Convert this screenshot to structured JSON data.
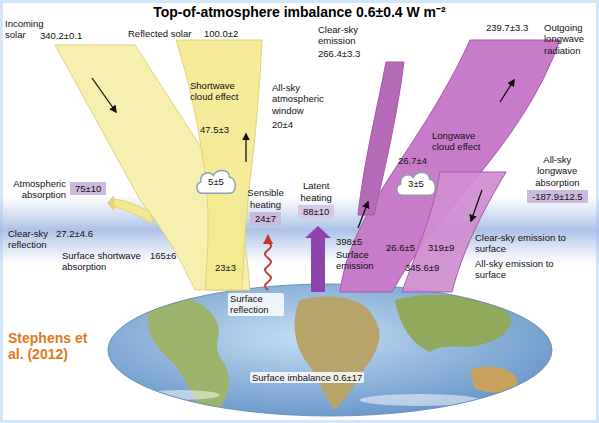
{
  "diagram": {
    "title": "Top-of-atmosphere imbalance 0.6±0.4 W m⁻²",
    "nodes": [
      {
        "text": [
          "Atmospheric absorption",
          "75±10"
        ]
      },
      {
        "text": [
          "5±5"
        ]
      },
      {
        "text": [
          "Sensible heating",
          "24±7"
        ]
      },
      {
        "text": [
          "Latent heating",
          "88±10"
        ]
      },
      {
        "text": [
          "3±5"
        ]
      },
      {
        "text": [
          "All-sky longwave absorption",
          "-187.9±12.5"
        ]
      }
    ],
    "labels": [
      "Incoming solar",
      "340.2±0.1",
      "Reflected solar",
      "100.0±2",
      "Shortwave cloud effect",
      "47.5±3",
      "All-sky atmospheric window",
      "20±4",
      "Clear-sky emission",
      "266.4±3.3",
      "239.7±3.3",
      "Outgoing longwave radiation",
      "26.7±4",
      "Longwave cloud effect",
      "Clear-sky reflection",
      "27.2±4.6",
      "Surface shortwave absorption",
      "165±6",
      "23±3",
      "Surface reflection",
      "398±5",
      "Surface emission",
      "26.6±5",
      "319±9",
      "Clear-sky emission to surface",
      "345.6±9",
      "All-sky emission to surface",
      "Surface imbalance 0.6±17",
      "Stephens et al. (2012)"
    ]
  }
}
